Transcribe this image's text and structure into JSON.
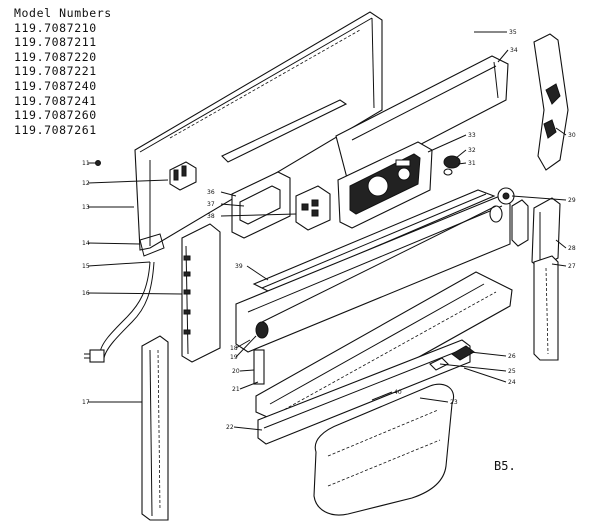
{
  "header": {
    "title": "Model Numbers",
    "models": [
      "119.7087210",
      "119.7087211",
      "119.7087220",
      "119.7087221",
      "119.7087240",
      "119.7087241",
      "119.7087260",
      "119.7087261"
    ]
  },
  "figure_label": "B5.",
  "callouts": [
    "11",
    "12",
    "13",
    "14",
    "15",
    "16",
    "17",
    "18",
    "19",
    "20",
    "21",
    "22",
    "23",
    "24",
    "25",
    "26",
    "27",
    "28",
    "29",
    "30",
    "31",
    "32",
    "33",
    "34",
    "35",
    "36",
    "37",
    "38",
    "39",
    "40"
  ]
}
